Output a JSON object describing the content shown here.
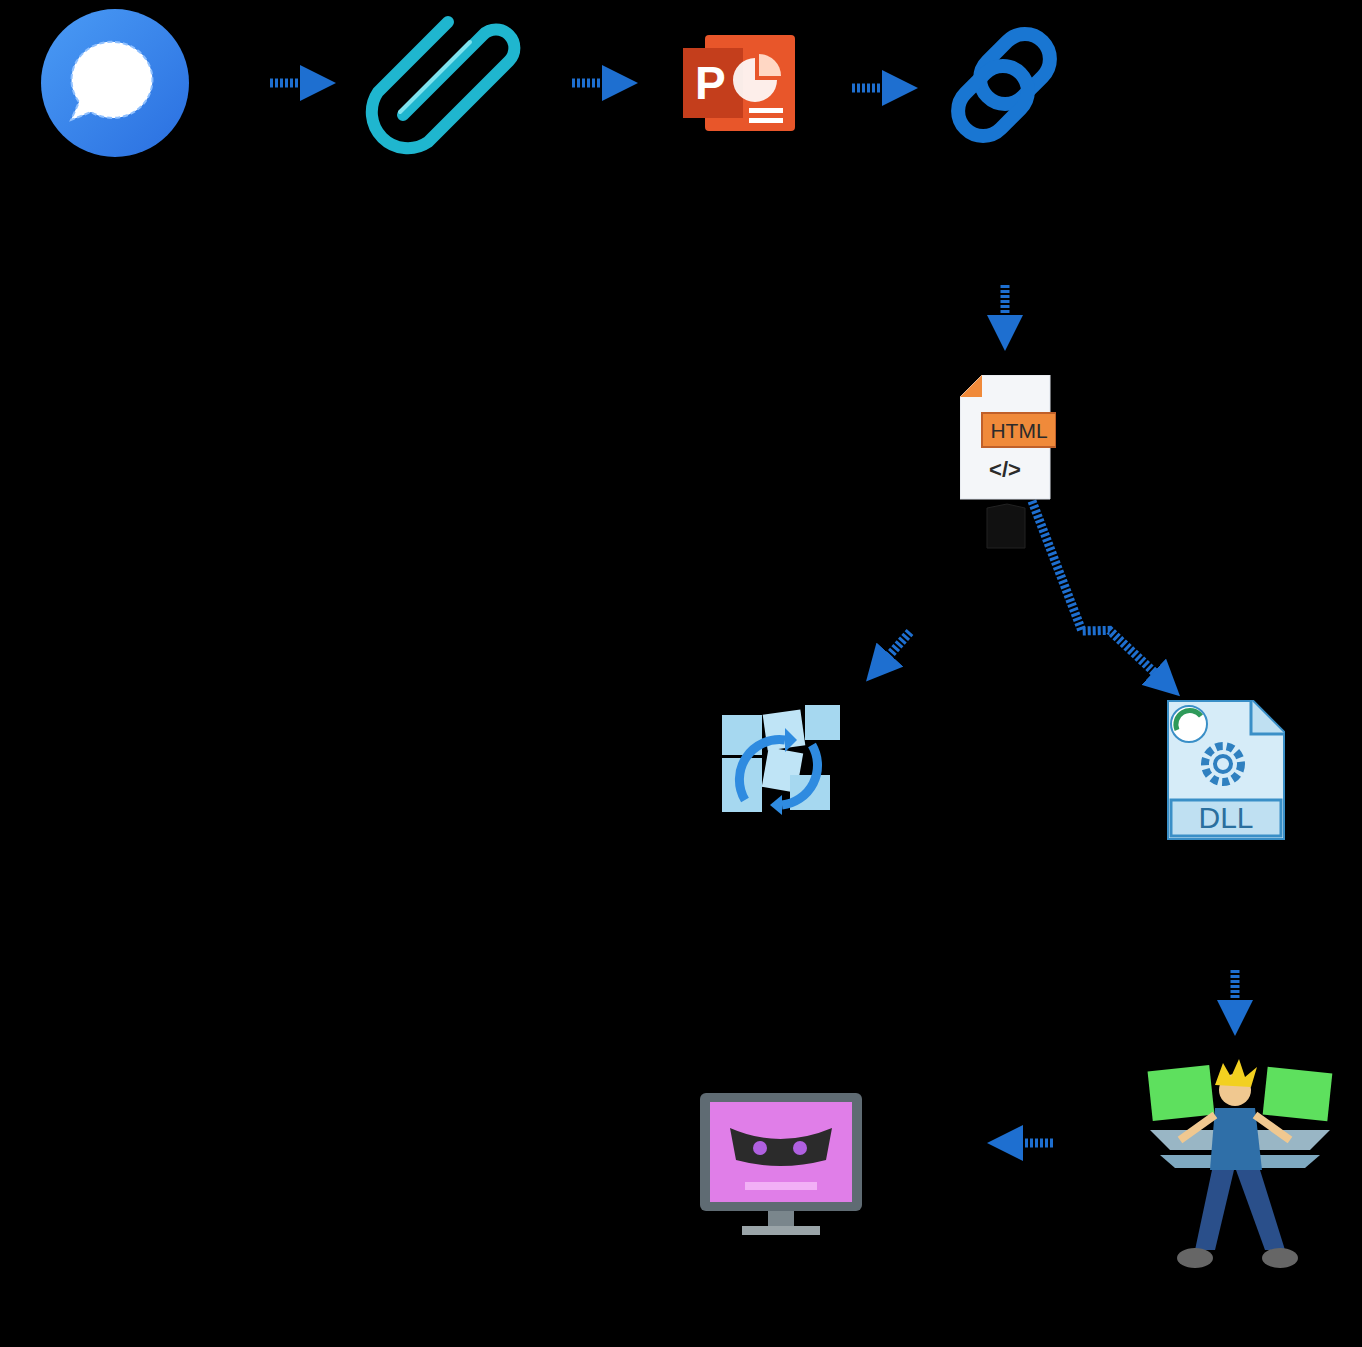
{
  "diagram": {
    "nodes": [
      {
        "text": [
          "P"
        ]
      },
      {
        "text": [
          "HTML",
          "</>"
        ]
      },
      {
        "text": [
          "DLL"
        ]
      }
    ],
    "edges": [
      {
        "from": 1,
        "to": 2,
        "arrow": "to"
      }
    ]
  }
}
